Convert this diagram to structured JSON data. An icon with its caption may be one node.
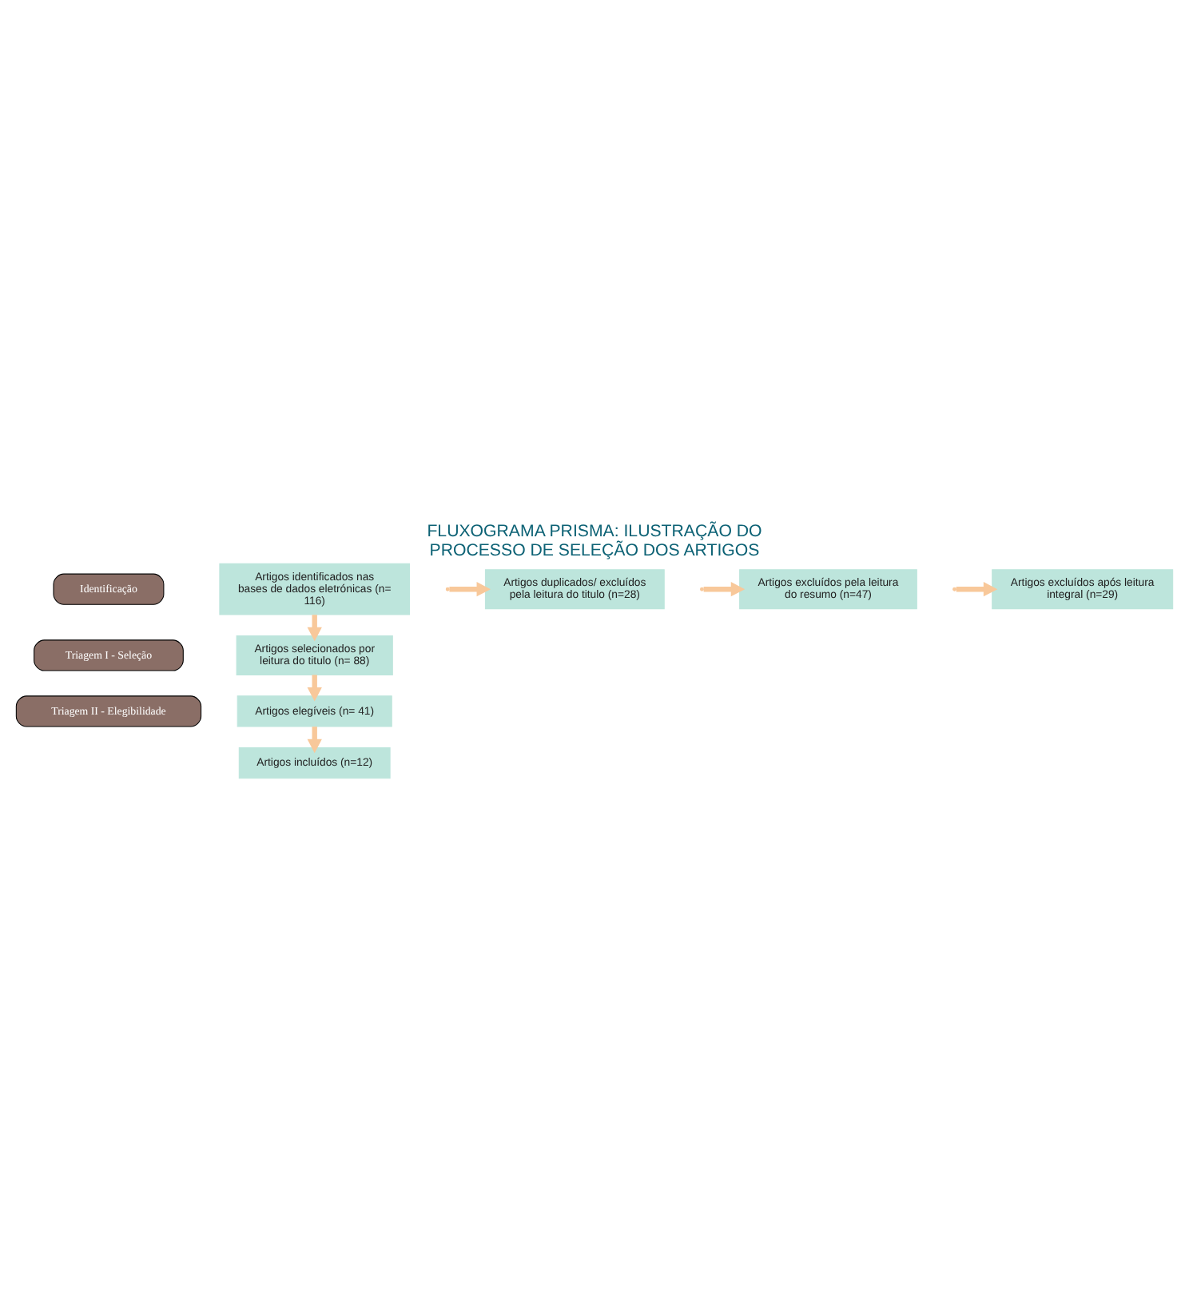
{
  "diagram": {
    "title": "FLUXOGRAMA PRISMA: ILUSTRAÇÃO DO PROCESSO DE SELEÇÃO DOS ARTIGOS",
    "nodes": [
      {
        "text": [
          "Identificação"
        ]
      },
      {
        "text": [
          "Triagem I - Seleção"
        ]
      },
      {
        "text": [
          "Triagem II - Elegibilidade"
        ]
      },
      {
        "text": [
          "Artigos identificados nas bases de dados eletrónicas (n= 116)"
        ]
      },
      {
        "text": [
          "Artigos duplicados/ excluídos pela leitura do titulo (n=28)"
        ]
      },
      {
        "text": [
          "Artigos selecionados por leitura do titulo (n= 88)"
        ]
      },
      {
        "text": [
          "Artigos excluídos pela leitura do resumo (n=47)"
        ]
      },
      {
        "text": [
          "Artigos elegíveis (n= 41)"
        ]
      },
      {
        "text": [
          "Artigos excluídos após leitura integral (n=29)"
        ]
      },
      {
        "text": [
          "Artigos incluídos (n=12)"
        ]
      }
    ],
    "edges": [
      {
        "from": 3,
        "to": 5,
        "arrow": "to"
      },
      {
        "from": null,
        "to": 4,
        "arrow": "to"
      },
      {
        "from": 5,
        "to": 7,
        "arrow": "to"
      },
      {
        "from": null,
        "to": 6,
        "arrow": "to"
      },
      {
        "from": 7,
        "to": 9,
        "arrow": "to"
      },
      {
        "from": null,
        "to": 8,
        "arrow": "to"
      }
    ]
  }
}
